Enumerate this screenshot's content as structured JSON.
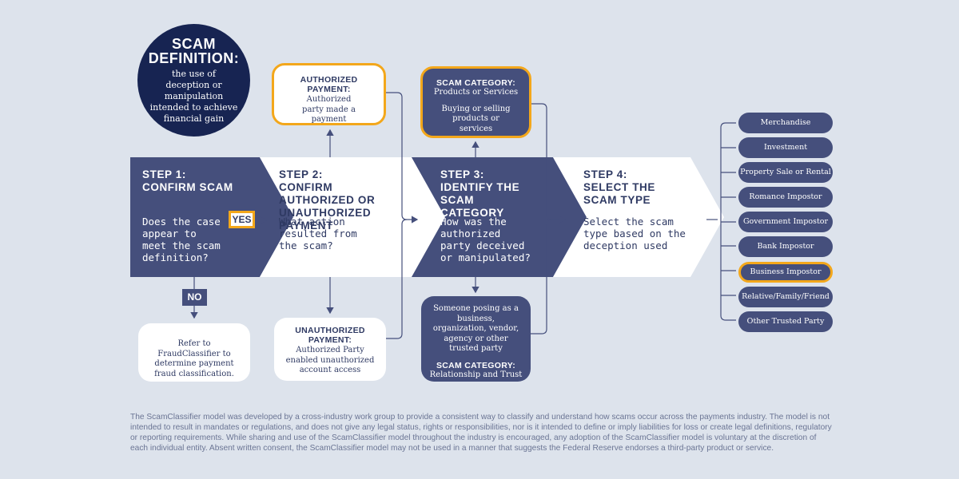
{
  "definition": {
    "title_line1": "SCAM",
    "title_line2": "DEFINITION:",
    "text": "the use of deception or manipulation intended to achieve financial gain"
  },
  "steps": [
    {
      "title_line1": "STEP 1:",
      "title_line2": "CONFIRM SCAM",
      "question": "Does the case appear to meet the scam definition?"
    },
    {
      "title_line1": "STEP 2:",
      "title_line2": "CONFIRM AUTHORIZED OR UNAUTHORIZED PAYMENT",
      "question": "What action resulted from the scam?"
    },
    {
      "title_line1": "STEP 3:",
      "title_line2": "IDENTIFY THE SCAM CATEGORY",
      "question": "How was the authorized party deceived or manipulated?"
    },
    {
      "title_line1": "STEP 4:",
      "title_line2": "SELECT THE SCAM TYPE",
      "question": "Select the scam type based on the deception used"
    }
  ],
  "yes_label": "YES",
  "no_label": "NO",
  "fraud_box": {
    "text": "Refer to FraudClassifier to determine payment fraud classification."
  },
  "authorized": {
    "title_line1": "AUTHORIZED",
    "title_line2": "PAYMENT:",
    "text": "Authorized party made a payment"
  },
  "unauthorized": {
    "title_line1": "UNAUTHORIZED",
    "title_line2": "PAYMENT:",
    "text": "Authorized Party enabled unauthorized account access"
  },
  "category_products": {
    "title": "SCAM CATEGORY:",
    "subtitle": "Products or Services",
    "text": "Buying or selling products or services"
  },
  "category_relationship": {
    "text": "Someone posing as a business, organization, vendor, agency or other trusted party",
    "title": "SCAM CATEGORY:",
    "subtitle": "Relationship and Trust"
  },
  "scam_types": [
    "Merchandise",
    "Investment",
    "Property Sale or Rental",
    "Romance Impostor",
    "Government Impostor",
    "Bank Impostor",
    "Business Impostor",
    "Relative/Family/Friend",
    "Other Trusted Party"
  ],
  "highlighted_type": "Business Impostor",
  "footnote": "The ScamClassifier model was developed by a cross-industry work group to provide a consistent way to classify and understand how scams occur across the payments industry. The model is not intended to result in mandates or regulations, and does not give any legal status, rights or responsibilities, nor is it intended to define or imply liabilities for loss or create legal definitions, regulatory or reporting requirements. While sharing and use of the ScamClassifier model throughout the industry is encouraged, any adoption of the ScamClassifier model is voluntary at the discretion of each individual entity. Absent written consent, the ScamClassifier model may not be used in a manner that suggests the Federal Reserve endorses a third-party product or service.",
  "colors": {
    "navy": "#172452",
    "slate": "#454f7c",
    "gold": "#f3a71b",
    "background": "#dde3ec",
    "white": "#ffffff"
  }
}
